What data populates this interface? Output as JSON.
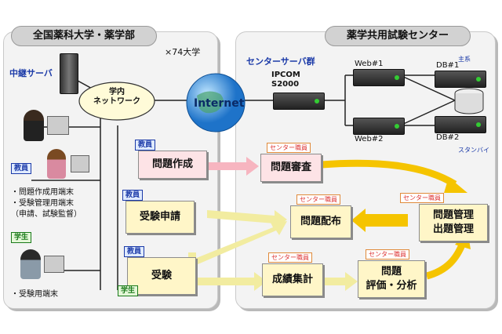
{
  "left_title": "全国薬科大学・薬学部",
  "right_title": "薬学共用試験センター",
  "count_74": "×74大学",
  "relay_server": "中継サーバ",
  "campus_network": "学内\nネットワーク",
  "internet": "Internet",
  "center_server_group": "センターサーバ群",
  "ipcom": "IPCOM\nS2000",
  "web1": "Web#1",
  "web2": "Web#2",
  "db1": "DB#1",
  "db2": "DB#2",
  "primary": "主系",
  "standby": "スタンバイ",
  "left_tags": {
    "faculty": "教員",
    "student": "学生"
  },
  "faculty_terminals": [
    "・問題作成用端末",
    "・受験管理用端末",
    "（申請、試験監督）"
  ],
  "student_terminal": "・受験用端末",
  "tags": {
    "faculty": "教員",
    "student": "学生",
    "center_staff": "センター職員"
  },
  "processes": {
    "problem_creation": "問題作成",
    "problem_review": "問題審査",
    "exam_application": "受験申請",
    "problem_distribution": "問題配布",
    "problem_management": "問題管理\n出題管理",
    "exam_taking": "受験",
    "grade_tally": "成績集計",
    "problem_evaluation": "問題\n評価・分析"
  },
  "colors": {
    "arrow_yellow": "#f5c400",
    "arrow_pink": "#f7b5c0",
    "arrow_lightyellow": "#f2eca0",
    "panel": "#f3f3f3"
  }
}
